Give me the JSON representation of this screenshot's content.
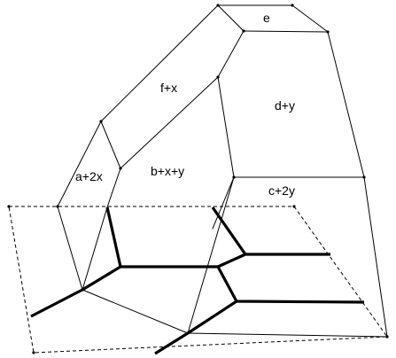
{
  "regions": {
    "e": "e",
    "f_plus_x": "f+x",
    "d_plus_y": "d+y",
    "a_plus_2x": "a+2x",
    "b_plus_x_plus_y": "b+x+y",
    "c_plus_2y": "c+2y"
  }
}
